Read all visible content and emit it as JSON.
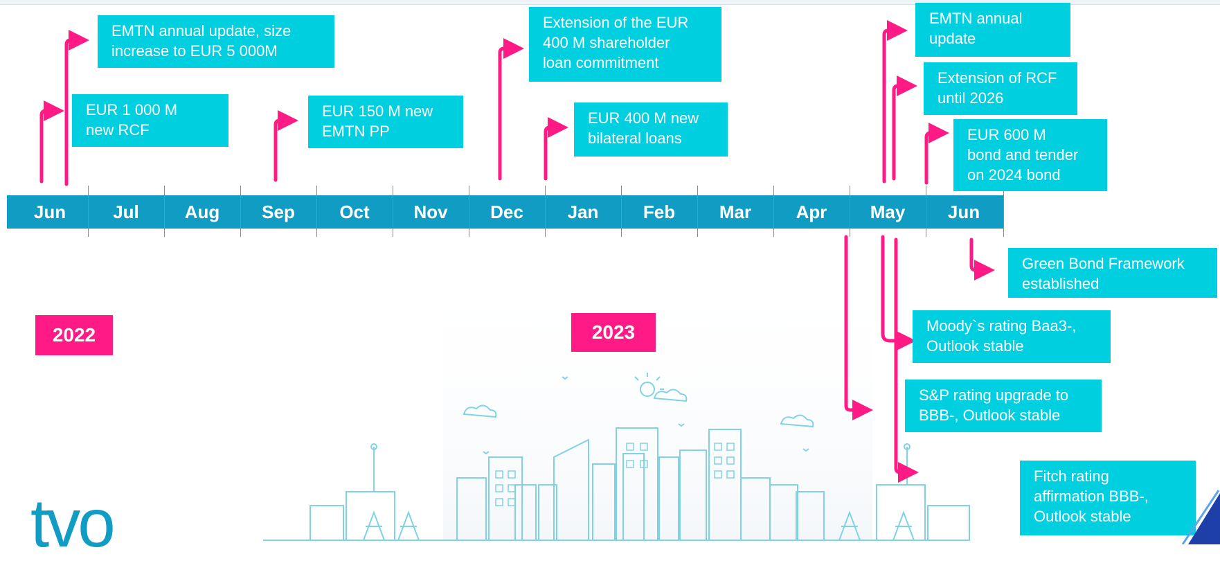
{
  "months": [
    "Jun",
    "Jul",
    "Aug",
    "Sep",
    "Oct",
    "Nov",
    "Dec",
    "Jan",
    "Feb",
    "Mar",
    "Apr",
    "May",
    "Jun"
  ],
  "years": [
    "2022",
    "2023"
  ],
  "events_above": [
    "EUR 1 000 M\nnew RCF",
    "EMTN annual update, size\nincrease to EUR 5 000M",
    "EUR 150 M new\nEMTN PP",
    "Extension of the EUR\n400 M shareholder\nloan commitment",
    "EUR 400 M new\nbilateral loans",
    "EMTN annual\nupdate",
    "Extension of RCF\nuntil 2026",
    "EUR 600 M\nbond and tender\non 2024 bond"
  ],
  "events_below": [
    "Green Bond Framework\nestablished",
    "Moody`s rating Baa3-,\nOutlook stable",
    "S&P rating upgrade to\nBBB-, Outlook stable",
    "Fitch rating\naffirmation BBB-,\nOutlook stable"
  ],
  "logo": "tvo",
  "colors": {
    "timeline_bar": "#119cc3",
    "event_box": "#00cfe0",
    "arrow": "#ff1a86",
    "year_badge": "#ff1a86",
    "city_line": "#7fd3e3"
  }
}
